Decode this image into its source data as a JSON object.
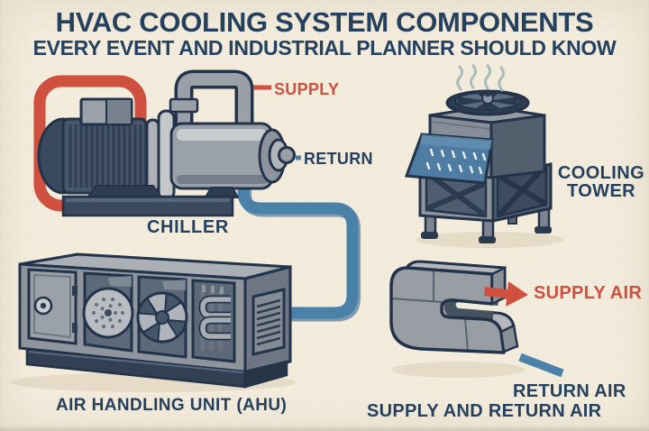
{
  "header": {
    "title": "HVAC COOLING SYSTEM COMPONENTS",
    "subtitle": "EVERY EVENT AND INDUSTRIAL PLANNER SHOULD KNOW"
  },
  "chiller": {
    "label": "CHILLER",
    "supply_label": "SUPPLY",
    "return_label": "RETURN"
  },
  "cooling_tower": {
    "label": "COOLING TOWER"
  },
  "ahu": {
    "label": "AIR HANDLING UNIT (AHU)"
  },
  "ducts": {
    "label": "SUPPLY AND RETURN AIR",
    "supply_air_label": "SUPPLY AIR",
    "return_air_label": "RETURN AIR"
  },
  "colors": {
    "background": "#f4eddd",
    "navy_text": "#24415f",
    "red_accent": "#d0503f",
    "blue_pipe": "#4a81a9",
    "panel_blue": "#4f7ca3",
    "machine_gray": "#9aa0a7",
    "machine_dark": "#46566a",
    "outline": "#22334a",
    "shadow": "#e5dbc6",
    "steam": "#a9bdbb"
  }
}
